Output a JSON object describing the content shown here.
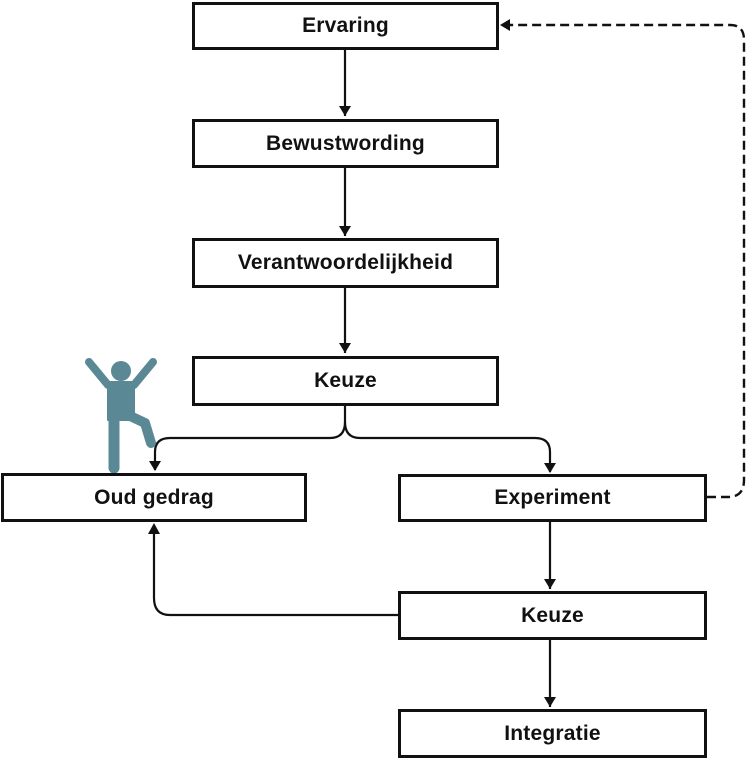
{
  "diagram": {
    "title": "",
    "nodes": [
      {
        "id": "ervaring",
        "label": "Ervaring"
      },
      {
        "id": "bewustwording",
        "label": "Bewustwording"
      },
      {
        "id": "verantwoordelijkheid",
        "label": "Verantwoordelijkheid"
      },
      {
        "id": "keuze1",
        "label": "Keuze"
      },
      {
        "id": "oud_gedrag",
        "label": "Oud gedrag"
      },
      {
        "id": "experiment",
        "label": "Experiment"
      },
      {
        "id": "keuze2",
        "label": "Keuze"
      },
      {
        "id": "integratie",
        "label": "Integratie"
      }
    ],
    "edges": [
      {
        "from": "ervaring",
        "to": "bewustwording",
        "style": "solid"
      },
      {
        "from": "bewustwording",
        "to": "verantwoordelijkheid",
        "style": "solid"
      },
      {
        "from": "verantwoordelijkheid",
        "to": "keuze1",
        "style": "solid"
      },
      {
        "from": "keuze1",
        "to": "oud_gedrag",
        "style": "solid"
      },
      {
        "from": "keuze1",
        "to": "experiment",
        "style": "solid"
      },
      {
        "from": "experiment",
        "to": "keuze2",
        "style": "solid"
      },
      {
        "from": "keuze2",
        "to": "oud_gedrag",
        "style": "solid"
      },
      {
        "from": "keuze2",
        "to": "integratie",
        "style": "solid"
      },
      {
        "from": "experiment",
        "to": "ervaring",
        "style": "dashed"
      }
    ],
    "figure": {
      "icon": "person-dancing-icon",
      "color": "#5a8895",
      "attached_to": "oud_gedrag"
    }
  }
}
